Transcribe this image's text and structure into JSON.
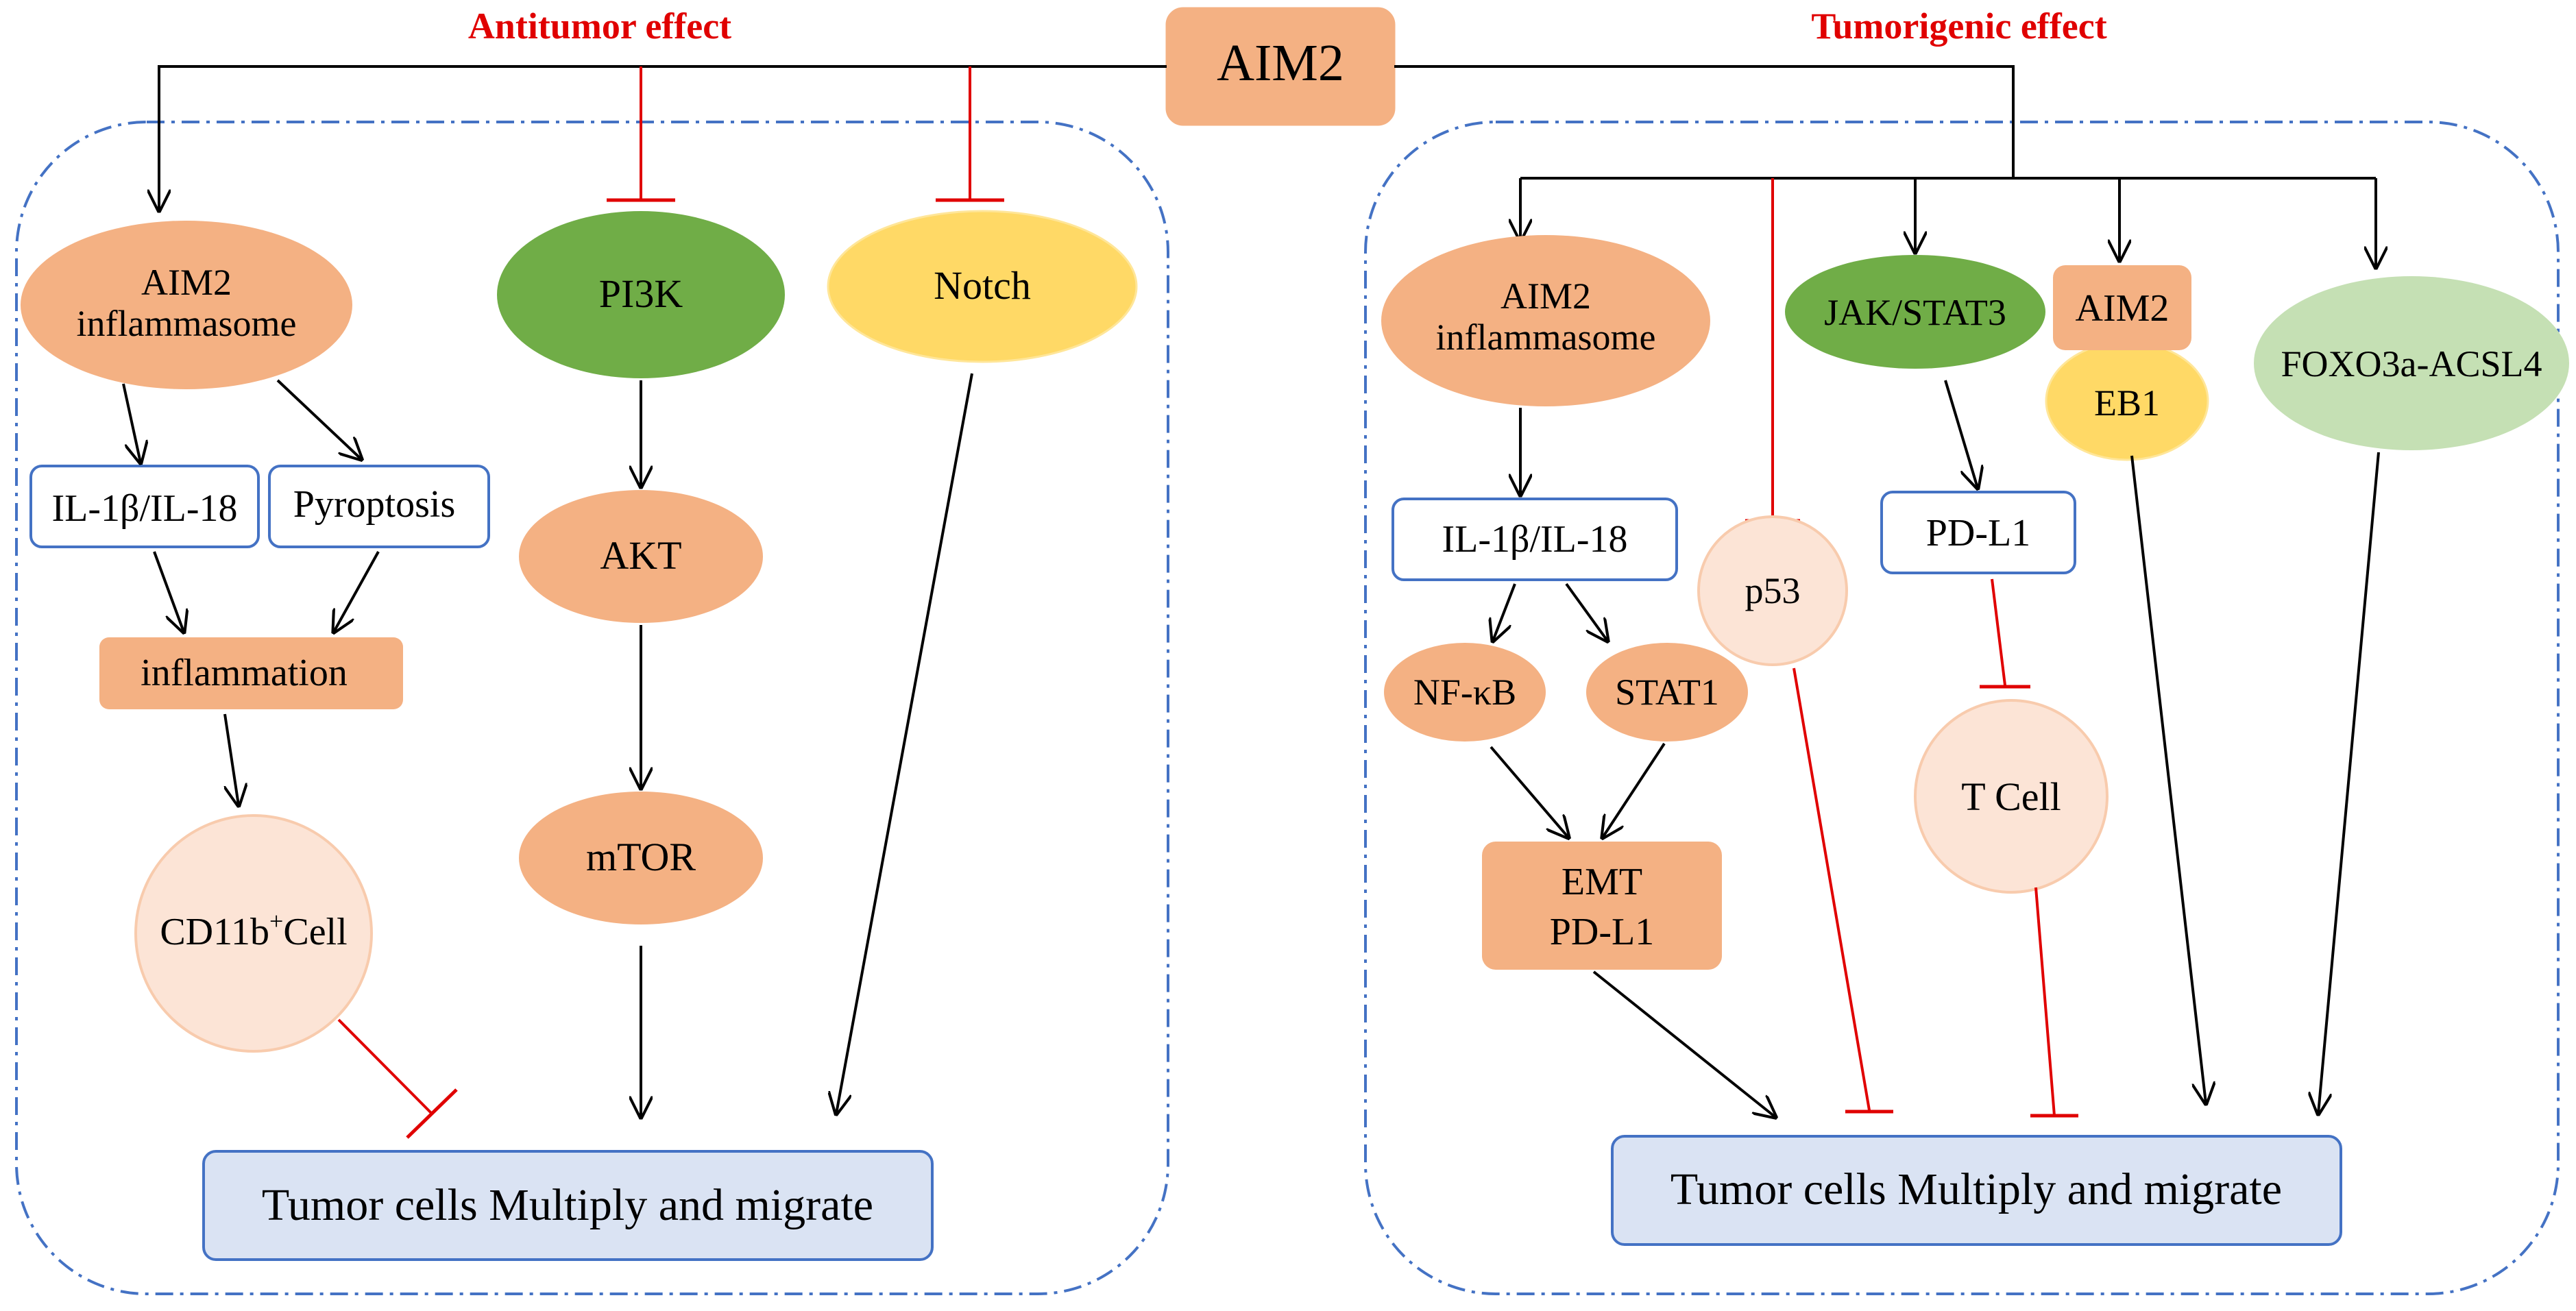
{
  "colors": {
    "orange_fill": "#F4B183",
    "peach_fill": "#FCE4D6",
    "peach_stroke": "#F8CBAD",
    "green_fill": "#70AD47",
    "light_green_fill": "#C5E0B4",
    "yellow_fill": "#FFD966",
    "blue_box_fill": "#DAE3F3",
    "blue_stroke": "#4472C4",
    "dash_stroke": "#4472C4",
    "heading_red": "#E00000",
    "inhibit_red": "#E00000",
    "arrow_black": "#000000"
  },
  "top": {
    "aim2": "AIM2"
  },
  "left": {
    "heading": "Antitumor effect",
    "aim2_inflammasome_line1": "AIM2",
    "aim2_inflammasome_line2": "inflammasome",
    "il1b_il18": "IL-1β/IL-18",
    "pyroptosis": "Pyroptosis",
    "inflammation": "inflammation",
    "cd11b_main": "CD11b",
    "cd11b_sup": "+",
    "cd11b_cell": "Cell",
    "pi3k": "PI3K",
    "akt": "AKT",
    "mtor": "mTOR",
    "notch": "Notch",
    "outcome": "Tumor cells Multiply and migrate"
  },
  "right": {
    "heading": "Tumorigenic effect",
    "aim2_inflammasome_line1": "AIM2",
    "aim2_inflammasome_line2": "inflammasome",
    "il1b_il18": "IL-1β/IL-18",
    "nfkb": "NF-κB",
    "stat1": "STAT1",
    "emt_line1": "EMT",
    "emt_line2": "PD-L1",
    "p53": "p53",
    "jak_stat3": "JAK/STAT3",
    "pdl1": "PD-L1",
    "tcell": "T Cell",
    "aim2_box": "AIM2",
    "eb1": "EB1",
    "foxo3a": "FOXO3a-ACSL4",
    "outcome": "Tumor cells Multiply and migrate"
  }
}
